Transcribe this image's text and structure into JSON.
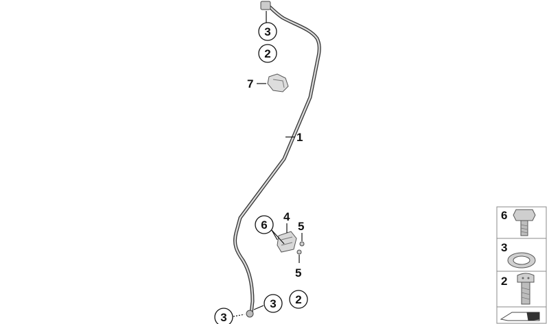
{
  "callouts": {
    "top_circle_3": "3",
    "top_circle_2": "2",
    "label_7": "7",
    "label_1": "1",
    "label_4": "4",
    "circle_6": "6",
    "label_5_upper": "5",
    "label_5_lower": "5",
    "bottom_circle_3_left": "3",
    "bottom_circle_3_right": "3",
    "bottom_circle_2": "2"
  },
  "legend": {
    "items": [
      {
        "number": "6",
        "icon": "bolt-icon"
      },
      {
        "number": "3",
        "icon": "sealing-ring-icon"
      },
      {
        "number": "2",
        "icon": "banjo-bolt-icon"
      },
      {
        "number": "",
        "icon": "bracket-plate-icon"
      }
    ]
  },
  "colors": {
    "line": "#111111",
    "part_fill": "#d6d6d6",
    "part_stroke": "#555555",
    "legend_border": "#888888"
  }
}
